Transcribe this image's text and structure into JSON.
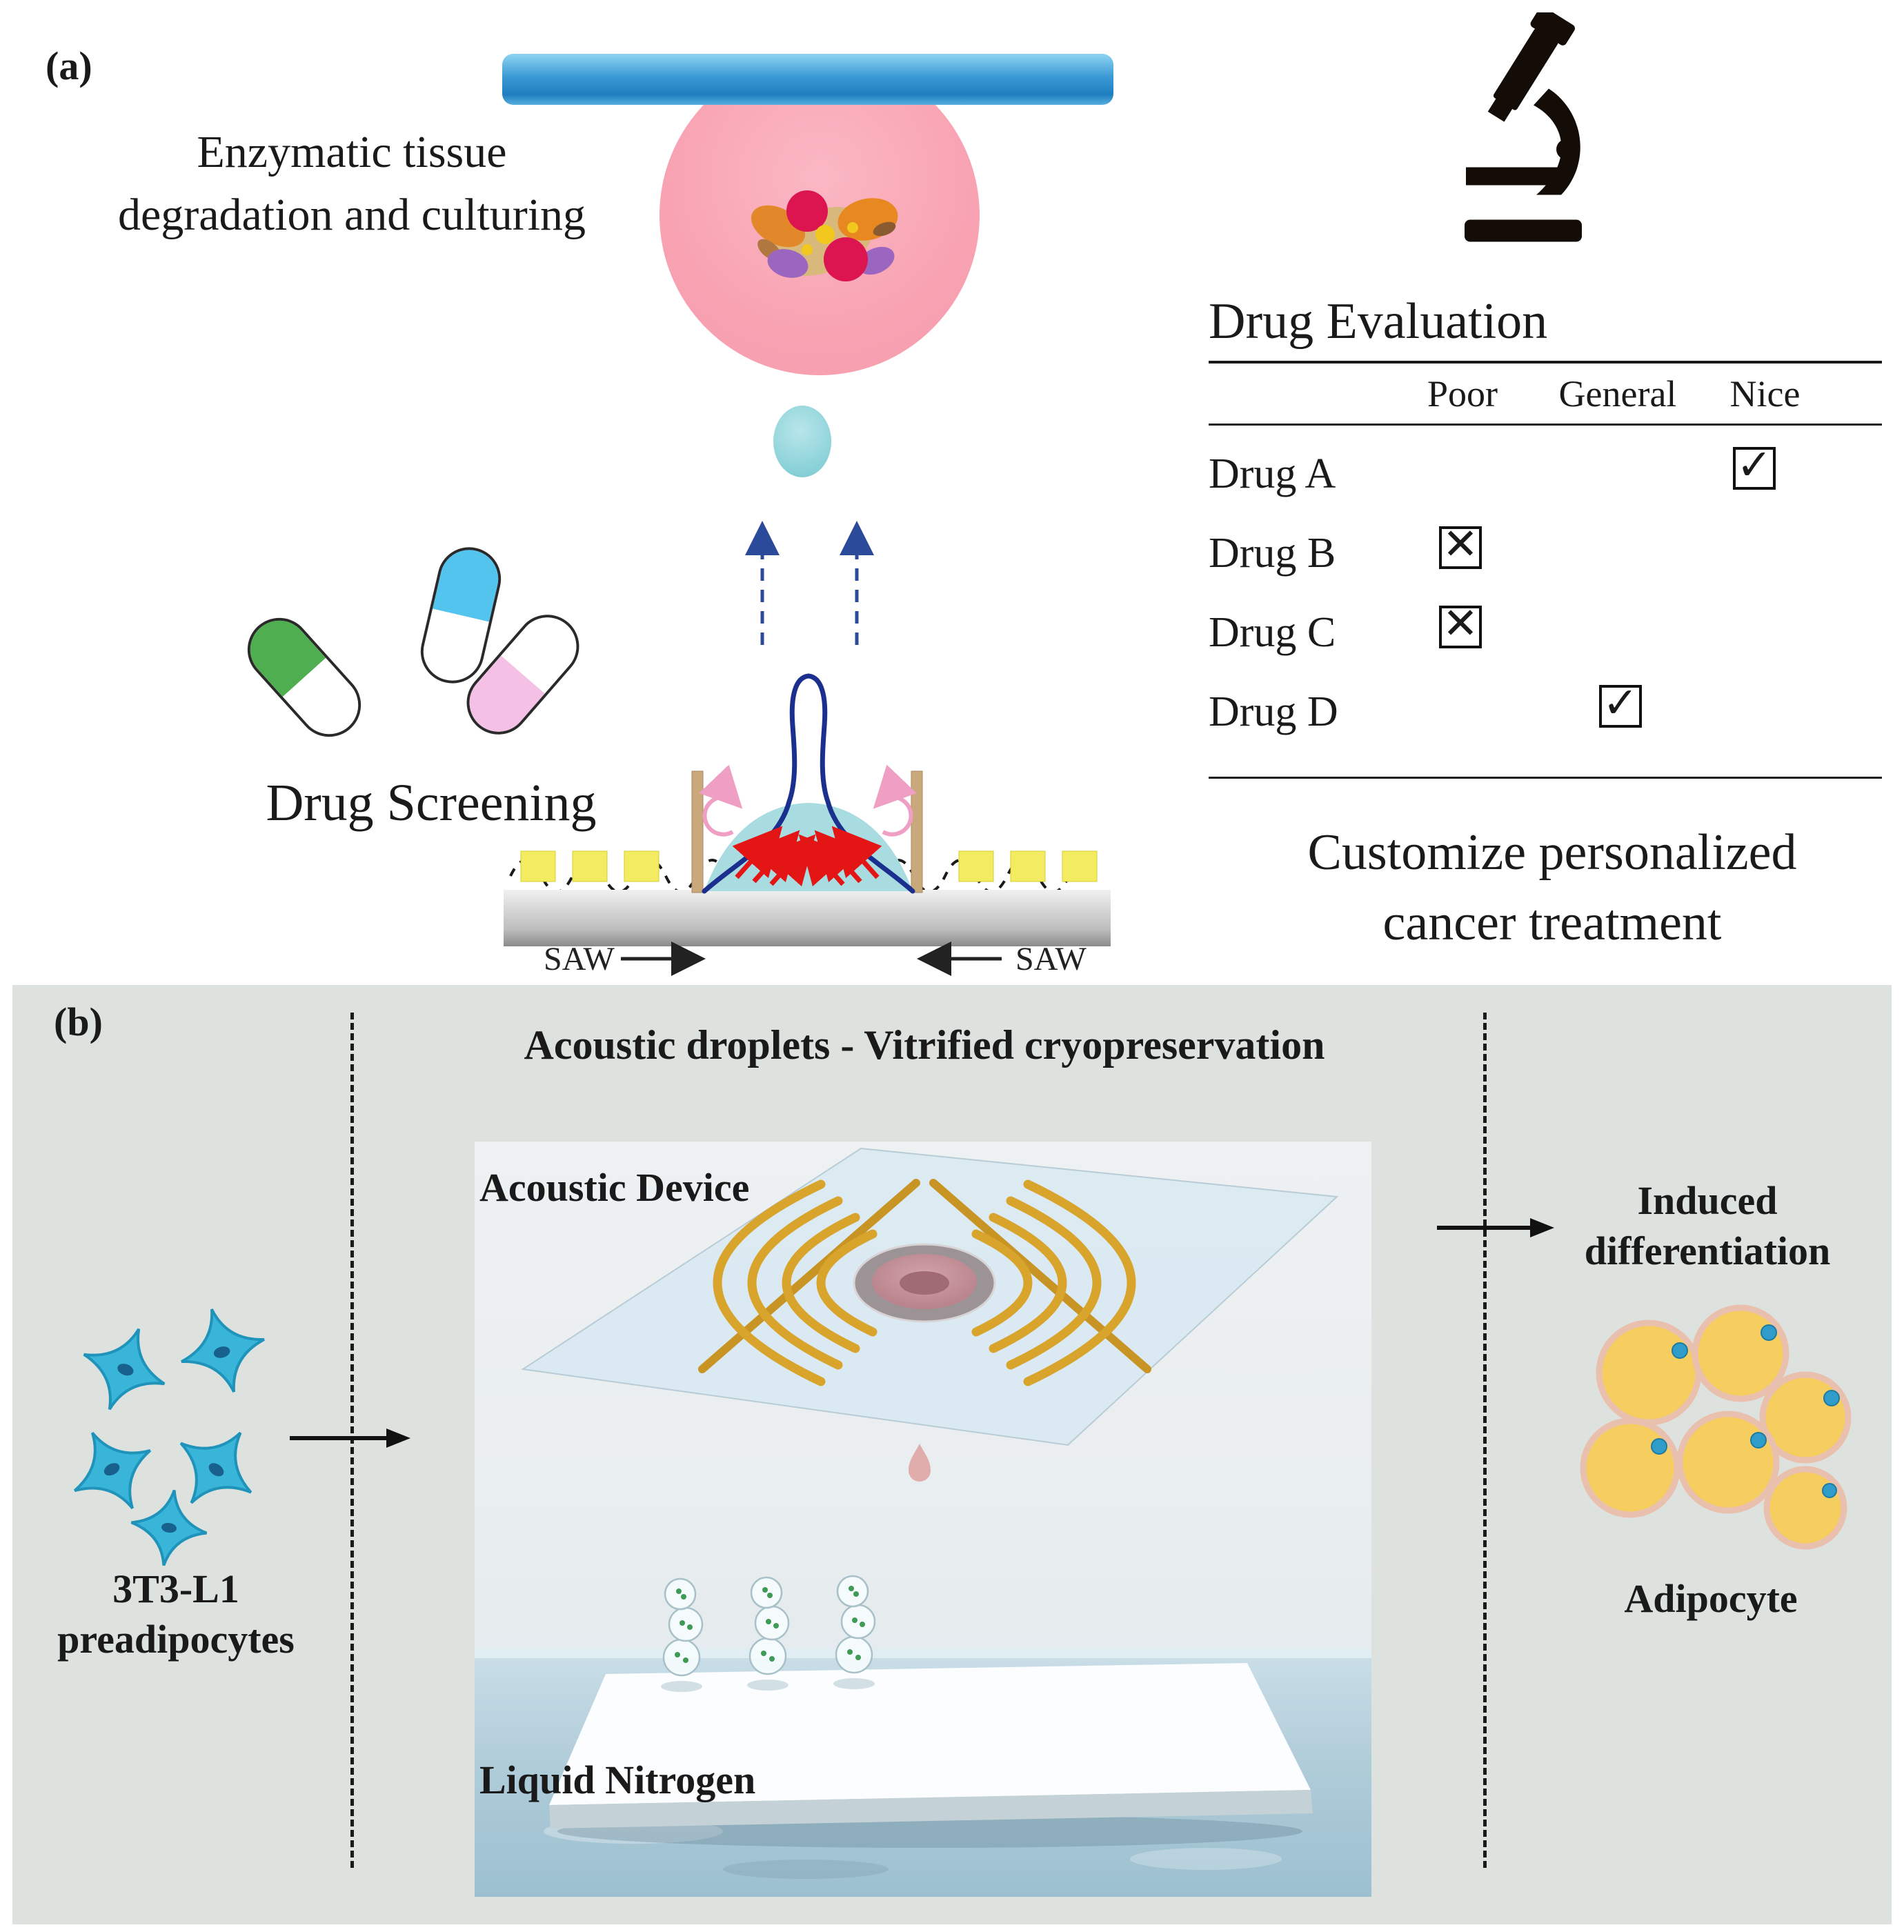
{
  "figure": {
    "panel_a_label": "(a)",
    "panel_b_label": "(b)"
  },
  "panel_a": {
    "enzymatic_caption": "Enzymatic tissue\ndegradation and culturing",
    "drug_screening_label": "Drug Screening",
    "saw_left": "SAW",
    "saw_right": "SAW",
    "evaluation": {
      "title": "Drug Evaluation",
      "columns": [
        "Poor",
        "General",
        "Nice"
      ],
      "rows": [
        {
          "label": "Drug A",
          "poor": "",
          "general": "",
          "nice": "✓"
        },
        {
          "label": "Drug B",
          "poor": "✕",
          "general": "",
          "nice": ""
        },
        {
          "label": "Drug C",
          "poor": "✕",
          "general": "",
          "nice": ""
        },
        {
          "label": "Drug D",
          "poor": "",
          "general": "✓",
          "nice": ""
        }
      ]
    },
    "customize_caption": "Customize personalized\ncancer treatment"
  },
  "panel_b": {
    "title": "Acoustic droplets - Vitrified cryopreservation",
    "acoustic_device_label": "Acoustic Device",
    "liquid_nitrogen_label": "Liquid Nitrogen",
    "preadipocytes_label": "3T3-L1\npreadipocytes",
    "induced_differentiation_label": "Induced\ndifferentiation",
    "adipocyte_label": "Adipocyte"
  },
  "colors": {
    "panel_bg": "#dee2df",
    "tissue_droplet_pink": "#f8a2b2",
    "saw_droplet_cyan": "#a8dce1",
    "idt_gold": "#d8a42c",
    "preadipocyte_blue": "#3ab5da",
    "adipocyte_yellow": "#f6cd5f",
    "jet_outline_navy": "#1b2f8e",
    "streaming_arrow_red": "#e31515"
  }
}
